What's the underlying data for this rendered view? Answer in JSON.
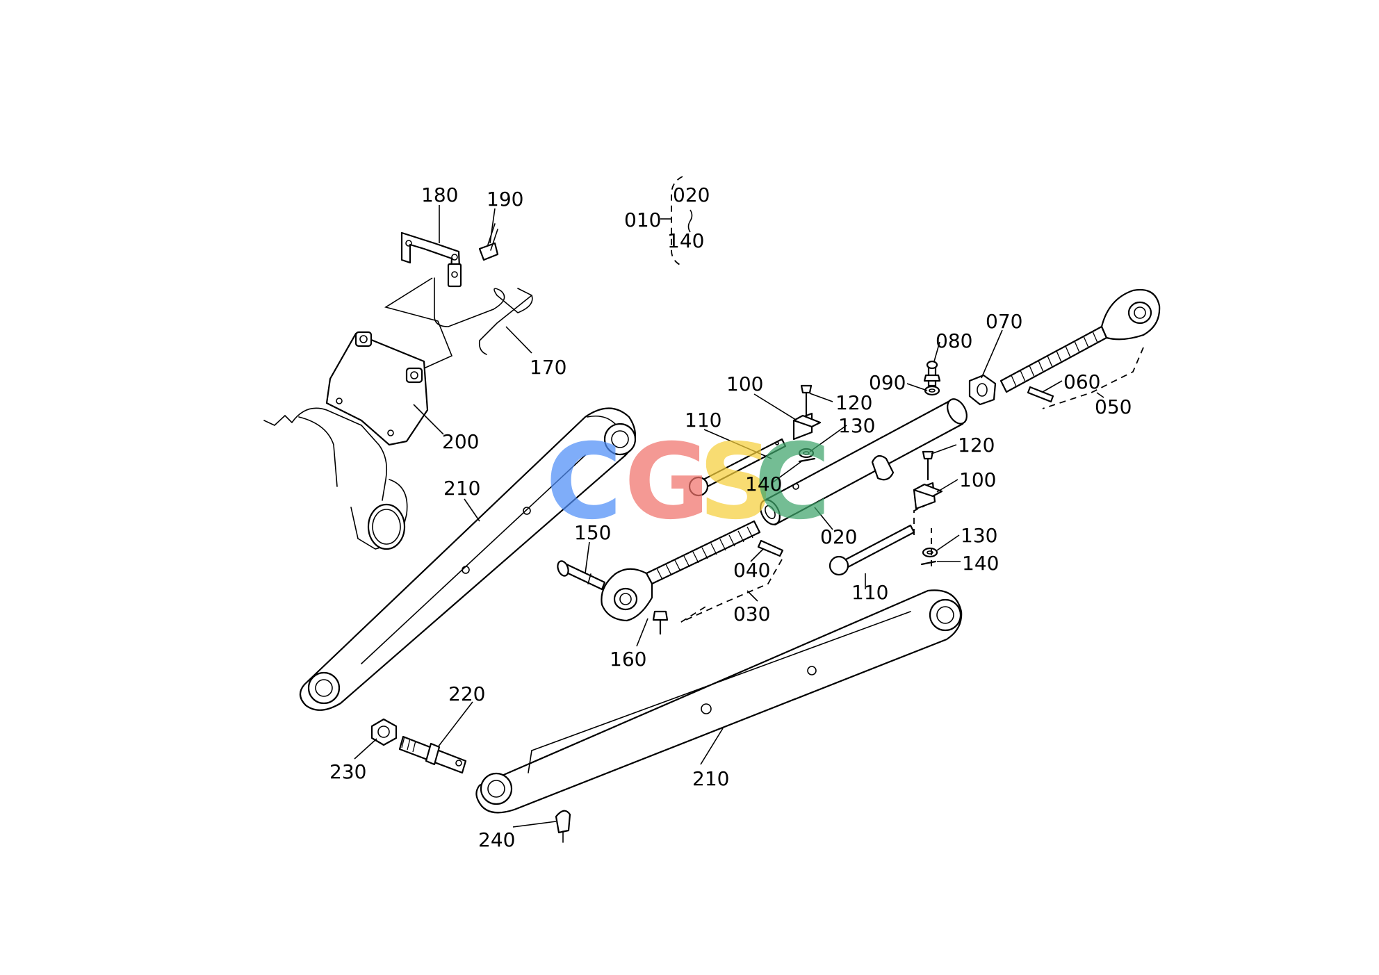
{
  "watermark": {
    "letters": [
      "C",
      "G",
      "S",
      "C"
    ],
    "colors": [
      "#4f8ef7",
      "#f0736b",
      "#f6cf3c",
      "#3fa56b"
    ]
  },
  "assembly": {
    "parent": "010",
    "range_start": "020",
    "range_end": "140"
  },
  "callouts": {
    "c180": "180",
    "c190": "190",
    "c170": "170",
    "c200": "200",
    "c210a": "210",
    "c210b": "210",
    "c100a": "100",
    "c120a": "120",
    "c130a": "130",
    "c110a": "110",
    "c140a": "140",
    "c090": "090",
    "c080": "080",
    "c070": "070",
    "c060": "060",
    "c050": "050",
    "c120b": "120",
    "c100b": "100",
    "c020": "020",
    "c130b": "130",
    "c140b": "140",
    "c110b": "110",
    "c150": "150",
    "c040": "040",
    "c030": "030",
    "c160": "160",
    "c220": "220",
    "c230": "230",
    "c240": "240"
  }
}
